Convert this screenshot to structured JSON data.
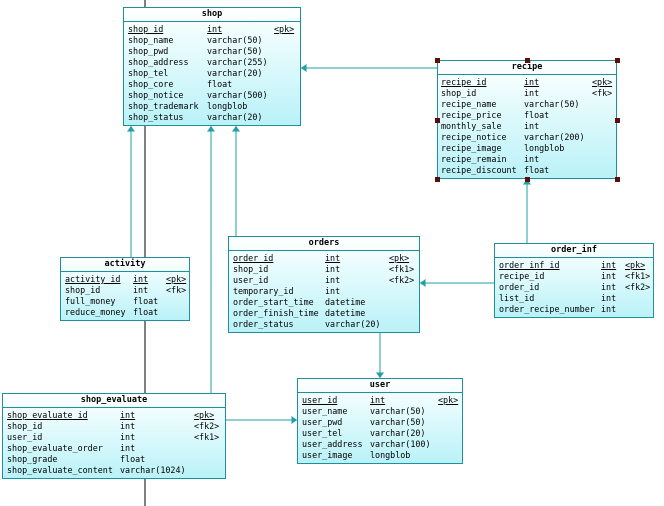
{
  "diagram": {
    "entities": [
      {
        "id": "shop",
        "title": "shop",
        "columns": [
          {
            "name": "shop_id",
            "type": "int",
            "key": "<pk>",
            "pk": true
          },
          {
            "name": "shop_name",
            "type": "varchar(50)",
            "key": ""
          },
          {
            "name": "shop_pwd",
            "type": "varchar(50)",
            "key": ""
          },
          {
            "name": "shop_address",
            "type": "varchar(255)",
            "key": ""
          },
          {
            "name": "shop_tel",
            "type": "varchar(20)",
            "key": ""
          },
          {
            "name": "shop_core",
            "type": "float",
            "key": ""
          },
          {
            "name": "shop_notice",
            "type": "varchar(500)",
            "key": ""
          },
          {
            "name": "shop_trademark",
            "type": "longblob",
            "key": ""
          },
          {
            "name": "shop_status",
            "type": "varchar(20)",
            "key": ""
          }
        ]
      },
      {
        "id": "recipe",
        "title": "recipe",
        "selected": true,
        "columns": [
          {
            "name": "recipe_id",
            "type": "int",
            "key": "<pk>",
            "pk": true
          },
          {
            "name": "shop_id",
            "type": "int",
            "key": "<fk>"
          },
          {
            "name": "recipe_name",
            "type": "varchar(50)",
            "key": ""
          },
          {
            "name": "recipe_price",
            "type": "float",
            "key": ""
          },
          {
            "name": "monthly_sale",
            "type": "int",
            "key": ""
          },
          {
            "name": "recipe_notice",
            "type": "varchar(200)",
            "key": ""
          },
          {
            "name": "recipe_image",
            "type": "longblob",
            "key": ""
          },
          {
            "name": "recipe_remain",
            "type": "int",
            "key": ""
          },
          {
            "name": "recipe_discount",
            "type": "float",
            "key": ""
          }
        ]
      },
      {
        "id": "activity",
        "title": "activity",
        "columns": [
          {
            "name": "activity_id",
            "type": "int",
            "key": "<pk>",
            "pk": true
          },
          {
            "name": "shop_id",
            "type": "int",
            "key": "<fk>"
          },
          {
            "name": "full_money",
            "type": "float",
            "key": ""
          },
          {
            "name": "reduce_money",
            "type": "float",
            "key": ""
          }
        ]
      },
      {
        "id": "orders",
        "title": "orders",
        "columns": [
          {
            "name": "order_id",
            "type": "int",
            "key": "<pk>",
            "pk": true
          },
          {
            "name": "shop_id",
            "type": "int",
            "key": "<fk1>"
          },
          {
            "name": "user_id",
            "type": "int",
            "key": "<fk2>"
          },
          {
            "name": "temporary_id",
            "type": "int",
            "key": ""
          },
          {
            "name": "order_start_time",
            "type": "datetime",
            "key": ""
          },
          {
            "name": "order_finish_time",
            "type": "datetime",
            "key": ""
          },
          {
            "name": "order_status",
            "type": "varchar(20)",
            "key": ""
          }
        ]
      },
      {
        "id": "order_inf",
        "title": "order_inf",
        "columns": [
          {
            "name": "order_inf_id",
            "type": "int",
            "key": "<pk>",
            "pk": true
          },
          {
            "name": "recipe_id",
            "type": "int",
            "key": "<fk1>"
          },
          {
            "name": "order_id",
            "type": "int",
            "key": "<fk2>"
          },
          {
            "name": "list_id",
            "type": "int",
            "key": ""
          },
          {
            "name": "order_recipe_number",
            "type": "int",
            "key": ""
          }
        ]
      },
      {
        "id": "shop_evaluate",
        "title": "shop_evaluate",
        "columns": [
          {
            "name": "shop_evaluate_id",
            "type": "int",
            "key": "<pk>",
            "pk": true
          },
          {
            "name": "shop_id",
            "type": "int",
            "key": "<fk2>"
          },
          {
            "name": "user_id",
            "type": "int",
            "key": "<fk1>"
          },
          {
            "name": "shop_evaluate_order",
            "type": "int",
            "key": ""
          },
          {
            "name": "shop_grade",
            "type": "float",
            "key": ""
          },
          {
            "name": "shop_evaluate_content",
            "type": "varchar(1024)",
            "key": ""
          }
        ]
      },
      {
        "id": "user",
        "title": "user",
        "columns": [
          {
            "name": "user_id",
            "type": "int",
            "key": "<pk>",
            "pk": true
          },
          {
            "name": "user_name",
            "type": "varchar(50)",
            "key": ""
          },
          {
            "name": "user_pwd",
            "type": "varchar(50)",
            "key": ""
          },
          {
            "name": "user_tel",
            "type": "varchar(20)",
            "key": ""
          },
          {
            "name": "user_address",
            "type": "varchar(100)",
            "key": ""
          },
          {
            "name": "user_image",
            "type": "longblob",
            "key": ""
          }
        ]
      }
    ],
    "relationships": [
      {
        "from": "recipe",
        "to": "shop"
      },
      {
        "from": "activity",
        "to": "shop"
      },
      {
        "from": "shop_evaluate",
        "to": "shop"
      },
      {
        "from": "orders",
        "to": "shop"
      },
      {
        "from": "order_inf",
        "to": "recipe"
      },
      {
        "from": "order_inf",
        "to": "orders"
      },
      {
        "from": "orders",
        "to": "user"
      },
      {
        "from": "shop_evaluate",
        "to": "user"
      }
    ],
    "colors": {
      "border": "#1f8f9b",
      "line": "#1fa0a6",
      "fill_top": "#ffffff",
      "fill_bottom": "#b9f2f8",
      "background_line": "#000000",
      "selection_handle": "#5a0e0e"
    }
  }
}
